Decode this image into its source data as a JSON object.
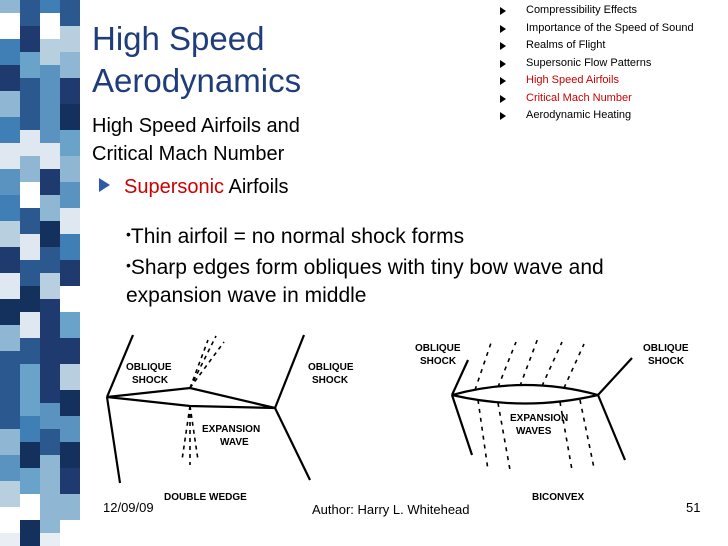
{
  "slide": {
    "title_lines": [
      "High Speed",
      "Aerodynamics"
    ],
    "subtitle_lines": [
      "High Speed Airfoils and",
      "Critical Mach Number"
    ],
    "heading": {
      "highlight": "Supersonic",
      "rest": " Airfoils"
    },
    "points": [
      [
        "Thin airfoil = no normal shock forms"
      ],
      [
        "Sharp edges form obliques with tiny bow wave and",
        "expansion wave in middle"
      ]
    ],
    "topics": [
      {
        "label": "Compressibility Effects",
        "active": false
      },
      {
        "label": "Importance of the Speed of Sound",
        "active": false
      },
      {
        "label": "Realms of Flight",
        "active": false
      },
      {
        "label": "Supersonic Flow Patterns",
        "active": false
      },
      {
        "label": "High Speed Airfoils",
        "active": true
      },
      {
        "label": "Critical Mach Number",
        "active": true
      },
      {
        "label": "Aerodynamic Heating",
        "active": false
      }
    ],
    "footer": {
      "date": "12/09/09",
      "author": "Author:  Harry L. Whitehead",
      "page": "51"
    },
    "diagram": {
      "left_labels": {
        "oblique1": [
          "OBLIQUE",
          "SHOCK"
        ],
        "oblique2": [
          "OBLIQUE",
          "SHOCK"
        ],
        "expansion": [
          "EXPANSION",
          "WAVE"
        ],
        "caption": "DOUBLE WEDGE"
      },
      "right_labels": {
        "oblique1": [
          "OBLIQUE",
          "SHOCK"
        ],
        "oblique2": [
          "OBLIQUE",
          "SHOCK"
        ],
        "expansion": [
          "EXPANSION",
          "WAVES"
        ],
        "caption": "BICONVEX"
      }
    },
    "colors": {
      "title": "#1f3d7a",
      "highlight": "#cc0000",
      "bullet": "#2f5aa8"
    }
  }
}
